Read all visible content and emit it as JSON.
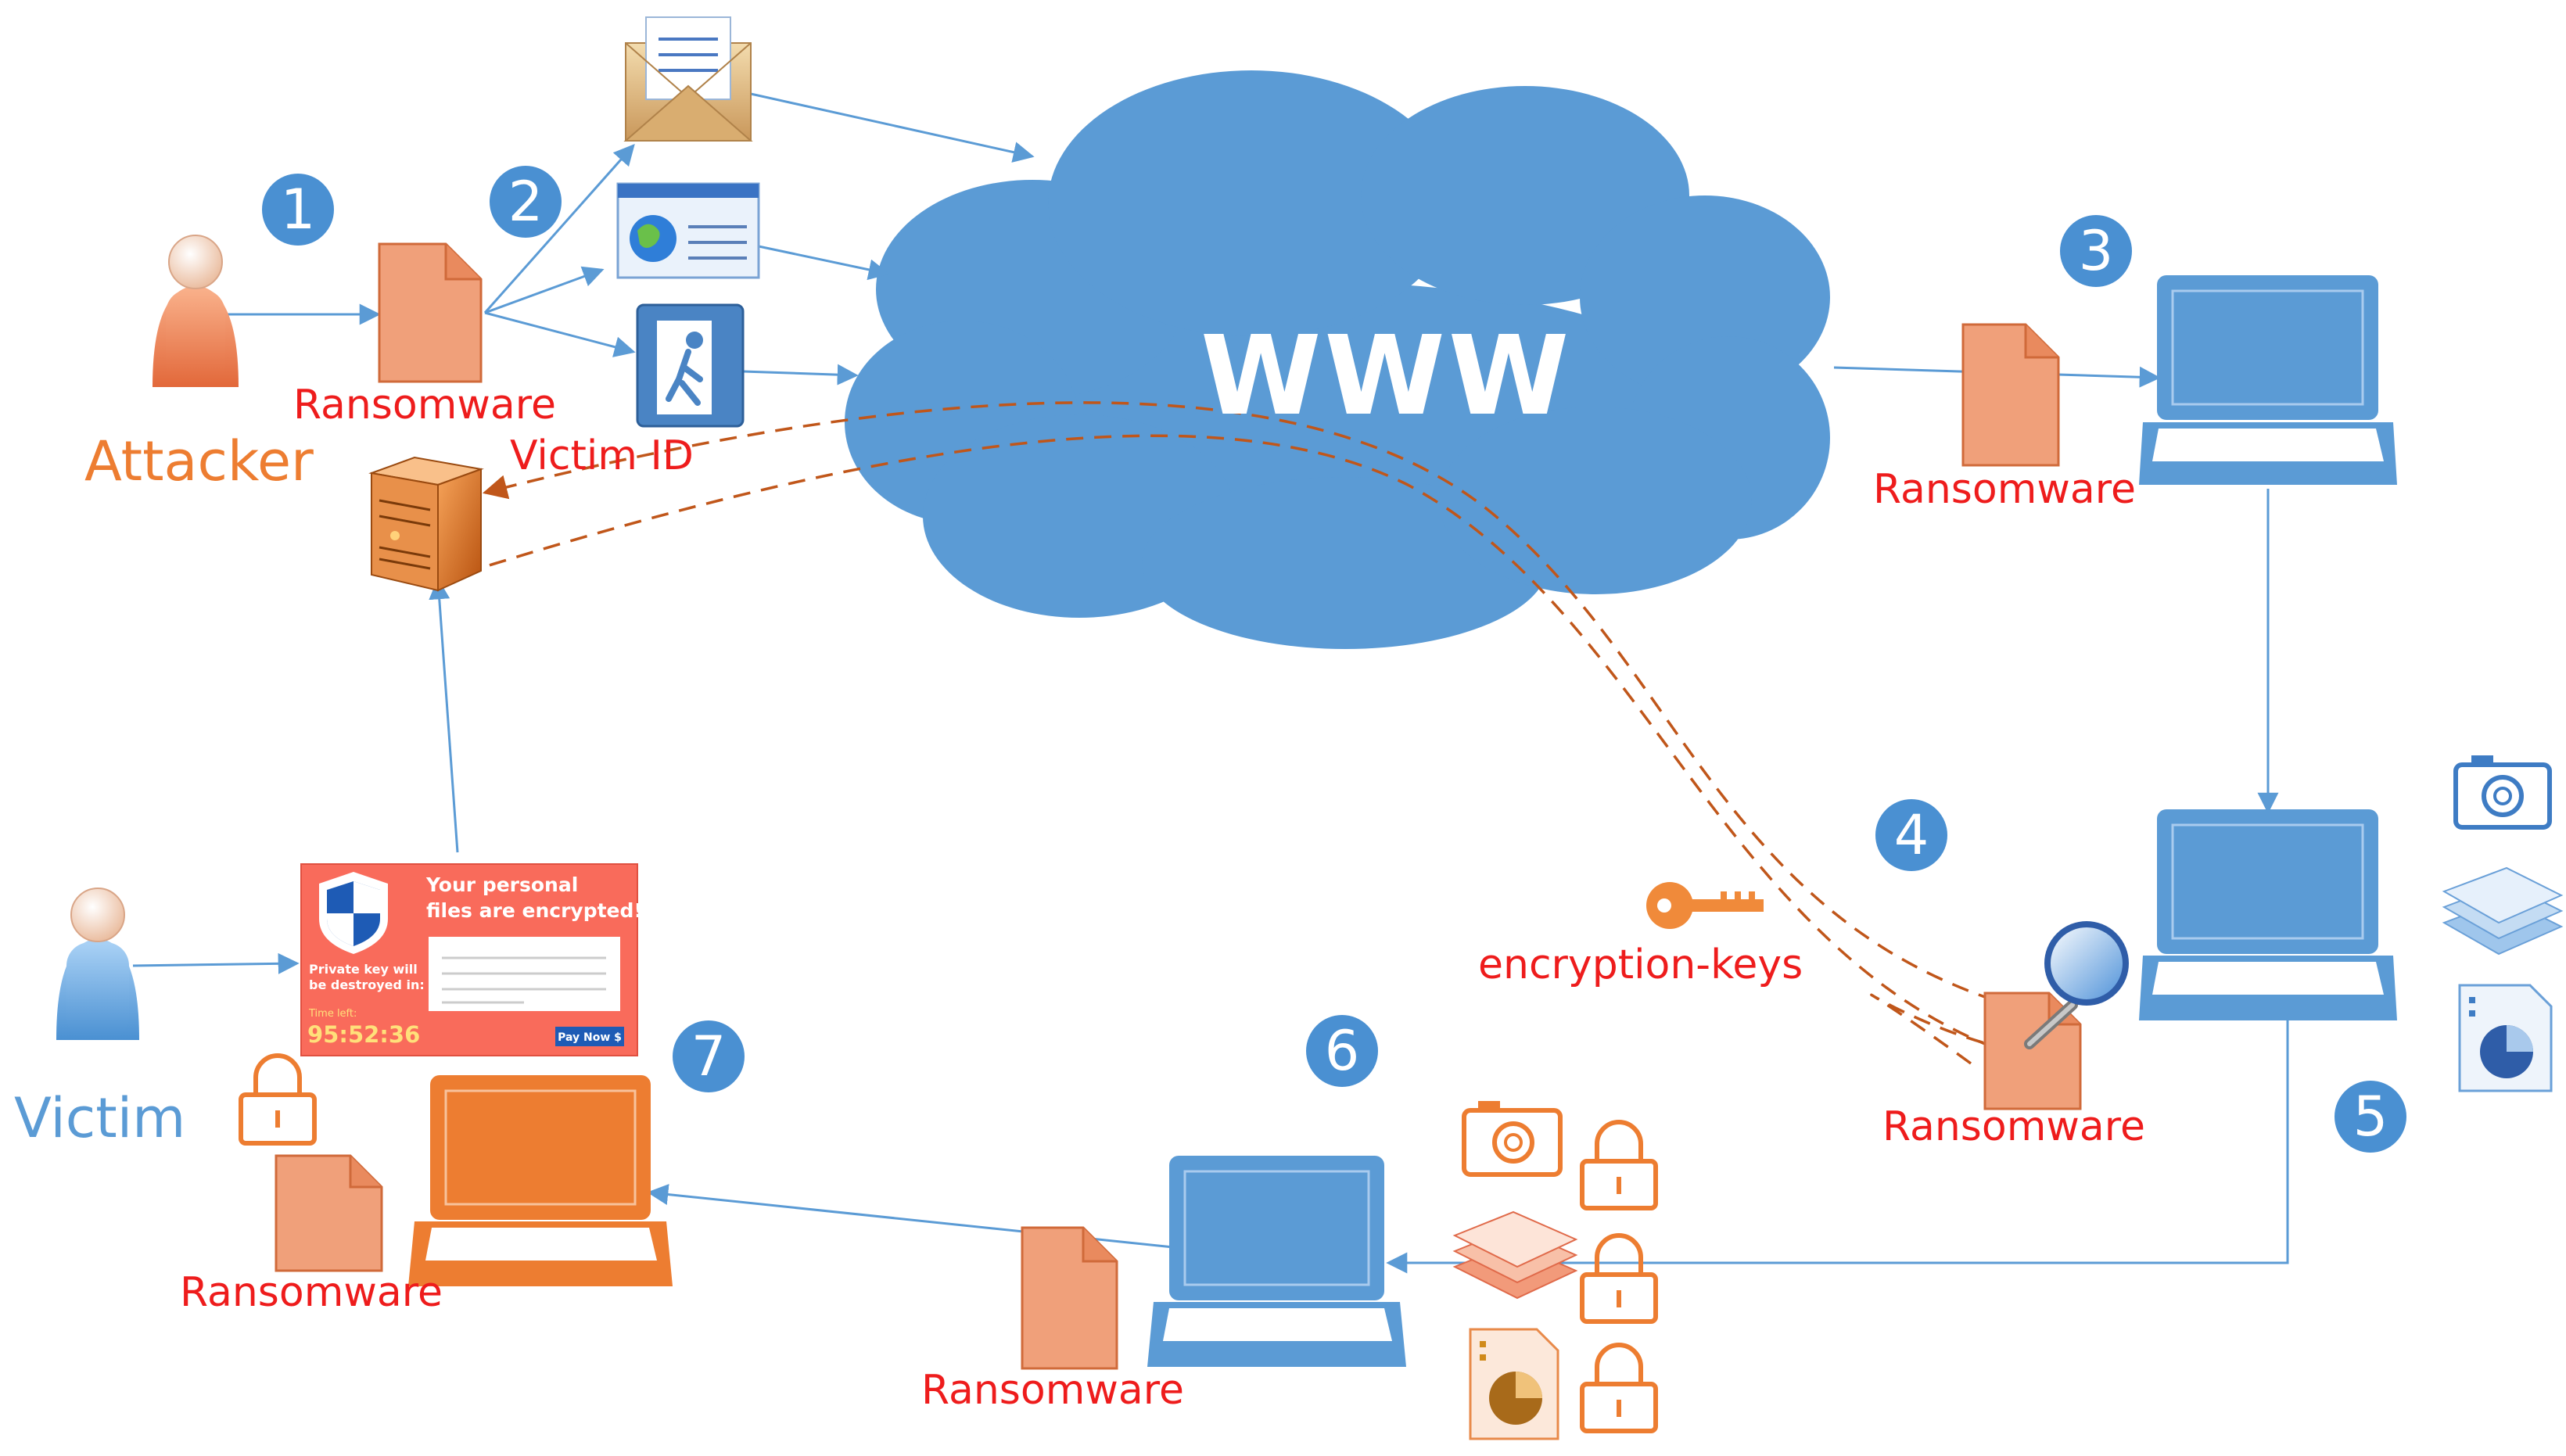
{
  "cloud_label": "WWW",
  "steps": [
    "1",
    "2",
    "3",
    "4",
    "5",
    "6",
    "7"
  ],
  "labels": {
    "attacker": "Attacker",
    "victim": "Victim",
    "victim_id": "Victim ID",
    "encryption_keys": "encryption-keys",
    "ransomware": "Ransomware"
  },
  "ransom_note": {
    "headline_line1": "Your personal",
    "headline_line2": "files are encrypted!",
    "warning_line1": "Private key will",
    "warning_line2": "be destroyed in:",
    "time_left_label": "Time left:",
    "timer": "95:52:36",
    "pay_button": "Pay Now $"
  },
  "colors": {
    "cloud": "#5b9bd5",
    "laptop_blue": "#5b9bd5",
    "laptop_orange": "#ed7d31",
    "file_orange": "#f0a07a",
    "file_stroke": "#d06a3a",
    "arrow_blue": "#5b9bd5",
    "arrow_dashed": "#c0561a",
    "label_red": "#ee1c1c",
    "step_blue": "#4a90d2",
    "note_bg": "#f96b5b"
  },
  "icons": [
    "envelope-icon",
    "browser-window-icon",
    "exit-door-icon",
    "server-icon",
    "camera-icon",
    "documents-stack-icon",
    "pie-chart-document-icon",
    "padlock-icon",
    "key-icon",
    "magnifier-icon",
    "shield-icon",
    "person-icon"
  ]
}
